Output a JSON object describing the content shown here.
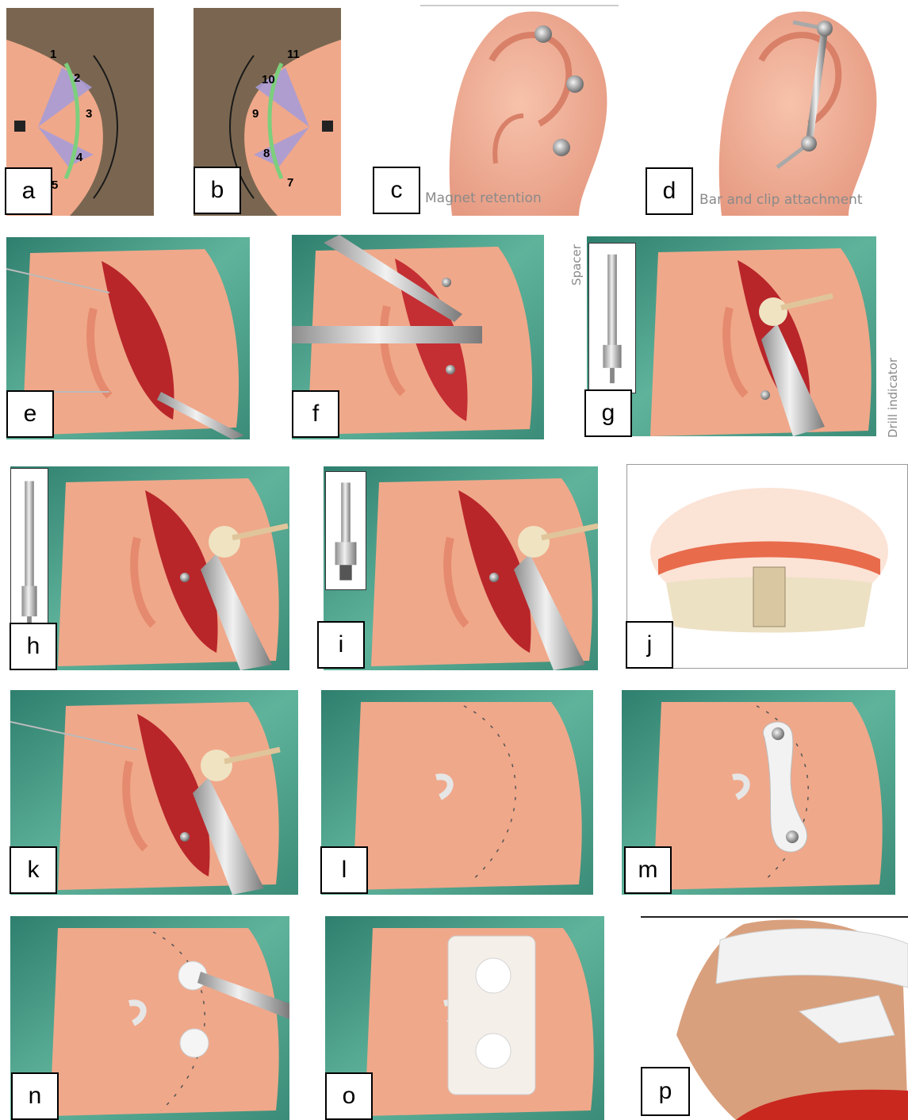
{
  "panels": {
    "a": {
      "label": "a",
      "clock_numbers": [
        "1",
        "2",
        "3",
        "4",
        "5"
      ]
    },
    "b": {
      "label": "b",
      "clock_numbers": [
        "11",
        "10",
        "9",
        "8",
        "7"
      ]
    },
    "c": {
      "label": "c",
      "caption": "Magnet retention"
    },
    "d": {
      "label": "d",
      "caption": "Bar and clip attachment"
    },
    "e": {
      "label": "e"
    },
    "f": {
      "label": "f"
    },
    "g": {
      "label": "g",
      "inset_caption": "Spacer",
      "side_caption": "Drill indicator"
    },
    "h": {
      "label": "h"
    },
    "i": {
      "label": "i"
    },
    "j": {
      "label": "j"
    },
    "k": {
      "label": "k"
    },
    "l": {
      "label": "l"
    },
    "m": {
      "label": "m"
    },
    "n": {
      "label": "n"
    },
    "o": {
      "label": "o"
    },
    "p": {
      "label": "p"
    }
  },
  "colors": {
    "skin": "#f0a88a",
    "hair": "#6e5a45",
    "drape": "#4fa08a",
    "flap": "#b8262a",
    "clock": "#a79bd6",
    "arc": "#7ccf7c"
  }
}
